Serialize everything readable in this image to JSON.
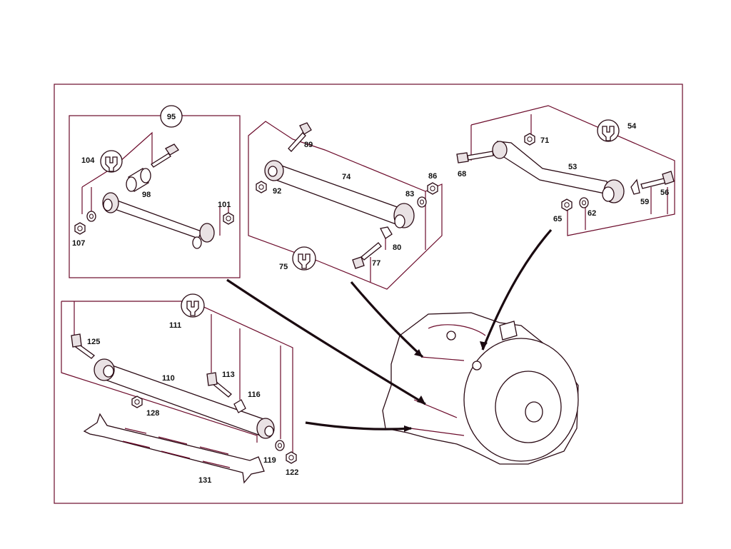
{
  "colors": {
    "leader": "#6b0a2a",
    "outline": "#2a0a14",
    "text": "#111111"
  },
  "labels": {
    "p95": "95",
    "p104": "104",
    "p98": "98",
    "p101": "101",
    "p107": "107",
    "p89": "89",
    "p74": "74",
    "p92": "92",
    "p83": "83",
    "p86": "86",
    "p80": "80",
    "p77": "77",
    "p75": "75",
    "p54": "54",
    "p71": "71",
    "p53": "53",
    "p68": "68",
    "p56": "56",
    "p59": "59",
    "p62": "62",
    "p65": "65",
    "p111": "111",
    "p125": "125",
    "p110": "110",
    "p113": "113",
    "p116": "116",
    "p128": "128",
    "p119": "119",
    "p122": "122",
    "p131": "131"
  },
  "icons": [
    "wrench-icon"
  ]
}
